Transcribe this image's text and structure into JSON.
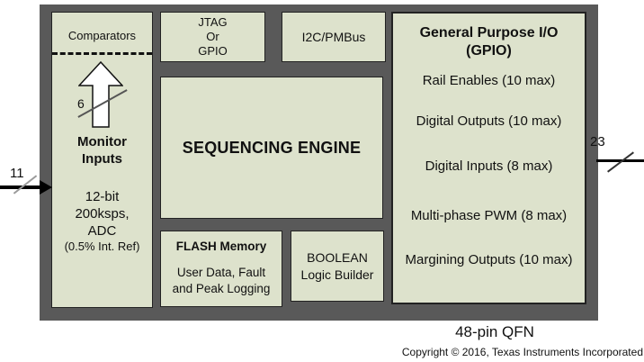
{
  "diagram": {
    "monitor_block": {
      "comparators_label": "Comparators",
      "bus_width": "6",
      "monitor_label": "Monitor\nInputs",
      "adc_label": "12-bit\n200ksps,\nADC",
      "adc_ref_label": "(0.5% Int. Ref)"
    },
    "input_bus": {
      "label": "11"
    },
    "output_bus": {
      "label": "23"
    },
    "jtag_block": {
      "label": "JTAG\nOr\nGPIO"
    },
    "i2c_block": {
      "label": "I2C/PMBus"
    },
    "sequencing_block": {
      "label": "SEQUENCING ENGINE"
    },
    "flash_block": {
      "title": "FLASH Memory",
      "body": "User Data, Fault\nand Peak Logging"
    },
    "boolean_block": {
      "label": "BOOLEAN\nLogic Builder"
    },
    "gpio_block": {
      "title": "General Purpose I/O\n(GPIO)",
      "items": [
        "Rail Enables (10 max)",
        "Digital Outputs (10 max)",
        "Digital Inputs (8 max)",
        "Multi-phase PWM (8 max)",
        "Margining Outputs (10 max)"
      ]
    },
    "package_label": "48-pin QFN",
    "copyright": "Copyright © 2016, Texas Instruments Incorporated",
    "colors": {
      "chip_fill": "#595959",
      "block_fill": "#dde2cc",
      "block_border": "#222222"
    }
  }
}
